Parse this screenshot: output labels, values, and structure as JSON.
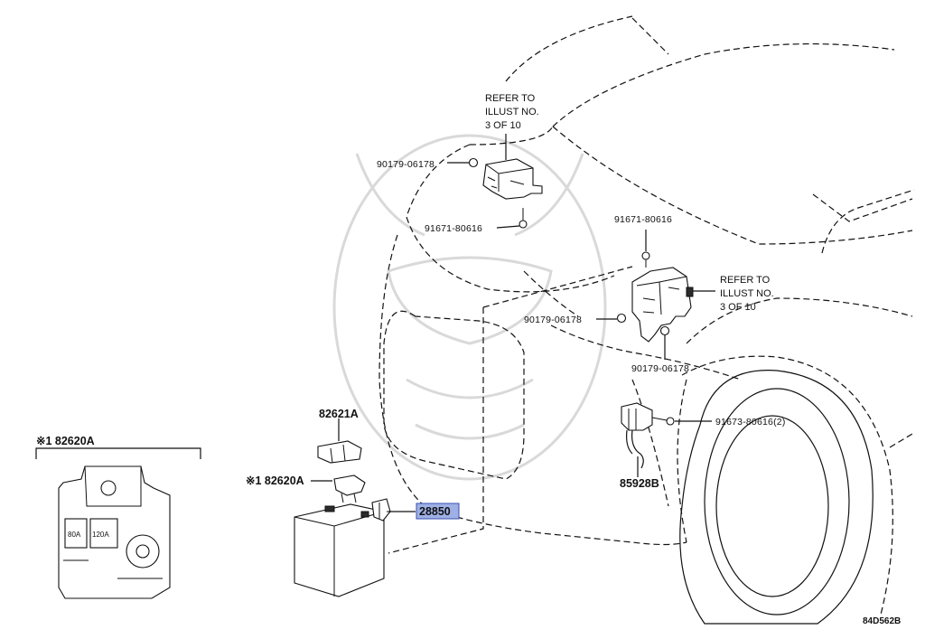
{
  "callouts": {
    "refer_top": [
      "REFER TO",
      "ILLUST NO.",
      "3 OF 10"
    ],
    "refer_right": [
      "REFER TO",
      "ILLUST NO.",
      "3 OF 10"
    ],
    "p_90179_a": "90179-06178",
    "p_91671_a": "91671-80616",
    "p_91671_b": "91671-80616",
    "p_90179_b": "90179-06178",
    "p_90179_c": "90179-06178",
    "p_91673": "91673-80616(2)",
    "p_82621A": "82621A",
    "p_82620A": "※1 82620A",
    "p_28850": "28850",
    "p_85928B": "85928B"
  },
  "inset": {
    "title": "※1 82620A",
    "fuse_80": "80A",
    "fuse_120": "120A"
  },
  "figure_code": "84D562B",
  "colors": {
    "line": "#111111",
    "highlight_fill": "#9fb0e6",
    "highlight_border": "#3a4fb0",
    "watermark": "#d9d9d9"
  }
}
